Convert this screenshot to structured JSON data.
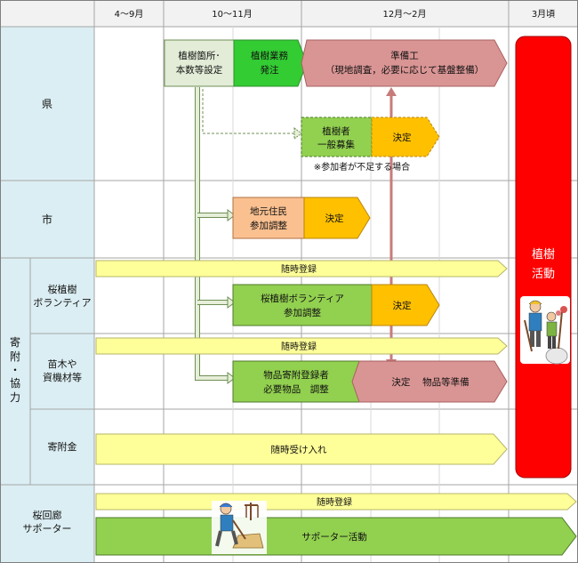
{
  "header": {
    "period1": "4～9月",
    "period2": "10～11月",
    "period3": "12月～2月",
    "period4": "3月頃"
  },
  "rows": {
    "prefecture": "県",
    "city": "市",
    "donation_group": [
      "寄",
      "附",
      "・",
      "協",
      "力"
    ],
    "sakura_volunteer": [
      "桜植樹",
      "ボランティア"
    ],
    "seedlings": [
      "苗木や",
      "資機材等"
    ],
    "money": "寄附金",
    "corridor": [
      "桜回廊",
      "サポーター"
    ]
  },
  "boxes": {
    "set_location": [
      "植樹箇所･",
      "本数等設定"
    ],
    "order_work": [
      "植樹業務",
      "発注"
    ],
    "prep_work": [
      "準備工",
      "（現地調査，必要に応じて基盤整備）"
    ],
    "recruit": [
      "植樹者",
      "一般募集"
    ],
    "recruit_decide": "決定",
    "recruit_note": "※参加者が不足する場合",
    "local_residents": [
      "地元住民",
      "参加調整"
    ],
    "local_decide": "決定",
    "volunteer_register": "随時登録",
    "volunteer_adjust": [
      "桜植樹ボランティア",
      "参加調整"
    ],
    "volunteer_decide": "決定",
    "goods_register": "随時登録",
    "goods_adjust": [
      "物品寄附登録者",
      "必要物品　調整"
    ],
    "goods_decide": "決定　 物品等準備",
    "money_accept": "随時受け入れ",
    "corridor_register": "随時登録",
    "corridor_activity": "サポーター活動",
    "planting": [
      "植樹",
      "活動"
    ]
  },
  "colors": {
    "header_bg": "#f2f2f2",
    "row_label_bg": "#dbeef3",
    "grey_box": "#e2ecd7",
    "green_box": "#33cc33",
    "pink_box": "#d99594",
    "lightgreen_box": "#92d050",
    "orange_box": "#ffc000",
    "peach_box": "#fac090",
    "yellow_bar": "#ffff99",
    "planting_red": "#ff0000"
  }
}
